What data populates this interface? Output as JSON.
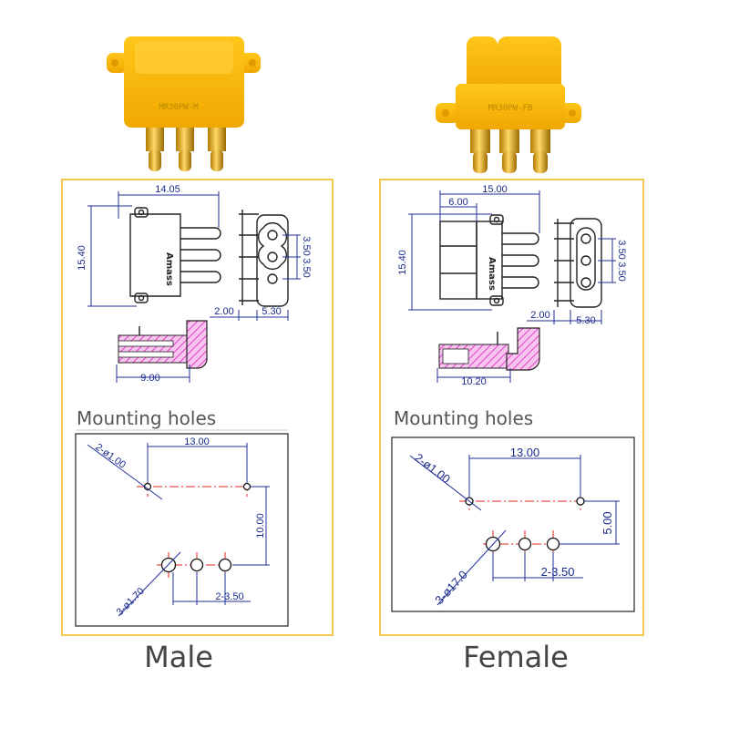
{
  "colors": {
    "frame": "#f2c94c",
    "dimension": "#1f2f9a",
    "centerline": "#e0241b",
    "hatch": "#e040c8",
    "connector": "#f7b800",
    "pin": "#d4a017"
  },
  "male": {
    "caption": "Male",
    "mold_text": "MR30PW-M",
    "brand": "Amass",
    "dims": {
      "width": "14.05",
      "height": "15.40",
      "pitch_a": "3.50",
      "pitch_b": "3.50",
      "offset": "2.00",
      "depth": "5.30",
      "side": "9.00"
    },
    "mounting": {
      "label": "Mounting holes",
      "hole_spacing": "13.00",
      "small_holes": "2-ø1.00",
      "row_gap": "10.00",
      "pin_pitch": "2-3.50",
      "pin_holes": "3-ø1.70"
    }
  },
  "female": {
    "caption": "Female",
    "mold_text": "MR30PW-FB",
    "brand": "Amass",
    "dims": {
      "top": "15.00",
      "inner": "6.00",
      "height": "15.40",
      "pitch_a": "3.50",
      "pitch_b": "3.50",
      "offset": "2.00",
      "depth": "5.30",
      "side": "10.20"
    },
    "mounting": {
      "label": "Mounting holes",
      "hole_spacing": "13.00",
      "small_holes": "2-ø1.00",
      "row_gap": "5.00",
      "pin_pitch": "2-3.50",
      "pin_holes": "3-ø17.0"
    }
  }
}
